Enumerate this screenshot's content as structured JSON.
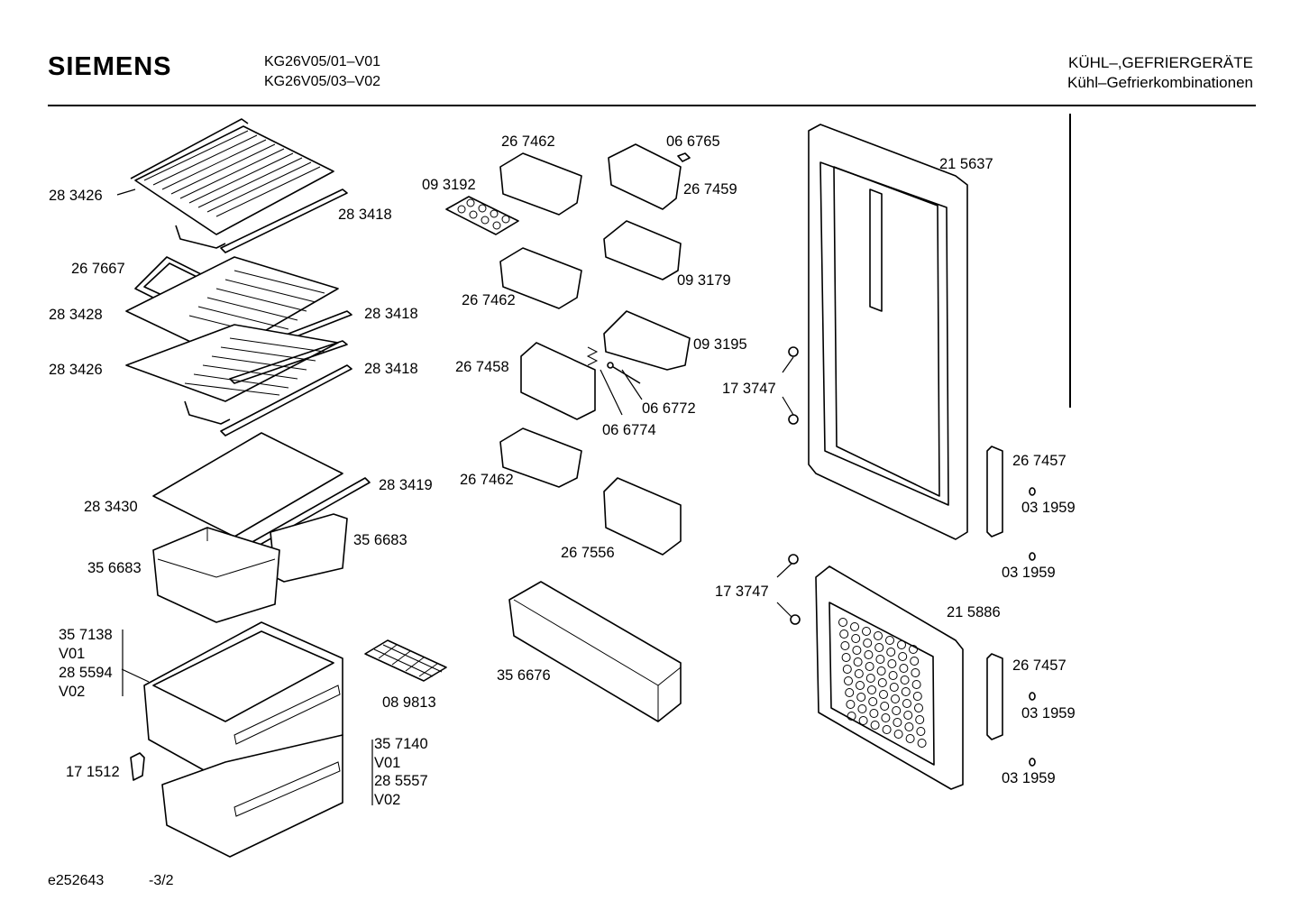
{
  "header": {
    "brand": "SIEMENS",
    "models": [
      "KG26V05/01–V01",
      "KG26V05/03–V02"
    ],
    "category": "KÜHL–,GEFRIERGERÄTE",
    "subcategory": "Kühl–Gefrierkombinationen"
  },
  "footer": {
    "doc_id": "e252643",
    "page": "-3/2"
  },
  "part_labels": [
    {
      "id": "l1",
      "text": "28 3426"
    },
    {
      "id": "l2",
      "text": "28 3418"
    },
    {
      "id": "l3",
      "text": "26 7667"
    },
    {
      "id": "l4",
      "text": "28 3428"
    },
    {
      "id": "l5",
      "text": "28 3418"
    },
    {
      "id": "l6",
      "text": "28 3426"
    },
    {
      "id": "l7",
      "text": "28 3418"
    },
    {
      "id": "l8",
      "text": "28 3419"
    },
    {
      "id": "l9",
      "text": "28 3430"
    },
    {
      "id": "l10",
      "text": "35 6683"
    },
    {
      "id": "l11",
      "text": "35 6683"
    },
    {
      "id": "l12",
      "text": "35 7138"
    },
    {
      "id": "l13",
      "text": "V01"
    },
    {
      "id": "l14",
      "text": "28 5594"
    },
    {
      "id": "l15",
      "text": "V02"
    },
    {
      "id": "l16",
      "text": "08 9813"
    },
    {
      "id": "l17",
      "text": "17 1512"
    },
    {
      "id": "l18",
      "text": "35 7140"
    },
    {
      "id": "l19",
      "text": "V01"
    },
    {
      "id": "l20",
      "text": "28 5557"
    },
    {
      "id": "l21",
      "text": "V02"
    },
    {
      "id": "l22",
      "text": "26 7462"
    },
    {
      "id": "l23",
      "text": "06 6765"
    },
    {
      "id": "l24",
      "text": "09 3192"
    },
    {
      "id": "l25",
      "text": "26 7459"
    },
    {
      "id": "l26",
      "text": "09 3179"
    },
    {
      "id": "l27",
      "text": "26 7462"
    },
    {
      "id": "l28",
      "text": "09 3195"
    },
    {
      "id": "l29",
      "text": "26 7458"
    },
    {
      "id": "l30",
      "text": "06 6772"
    },
    {
      "id": "l31",
      "text": "06 6774"
    },
    {
      "id": "l32",
      "text": "26 7462"
    },
    {
      "id": "l33",
      "text": "26 7556"
    },
    {
      "id": "l34",
      "text": "35 6676"
    },
    {
      "id": "l35",
      "text": "21 5637"
    },
    {
      "id": "l36",
      "text": "17 3747"
    },
    {
      "id": "l37",
      "text": "26 7457"
    },
    {
      "id": "l38",
      "text": "03 1959"
    },
    {
      "id": "l39",
      "text": "03 1959"
    },
    {
      "id": "l40",
      "text": "17 3747"
    },
    {
      "id": "l41",
      "text": "21 5886"
    },
    {
      "id": "l42",
      "text": "26 7457"
    },
    {
      "id": "l43",
      "text": "03 1959"
    },
    {
      "id": "l44",
      "text": "03 1959"
    }
  ]
}
